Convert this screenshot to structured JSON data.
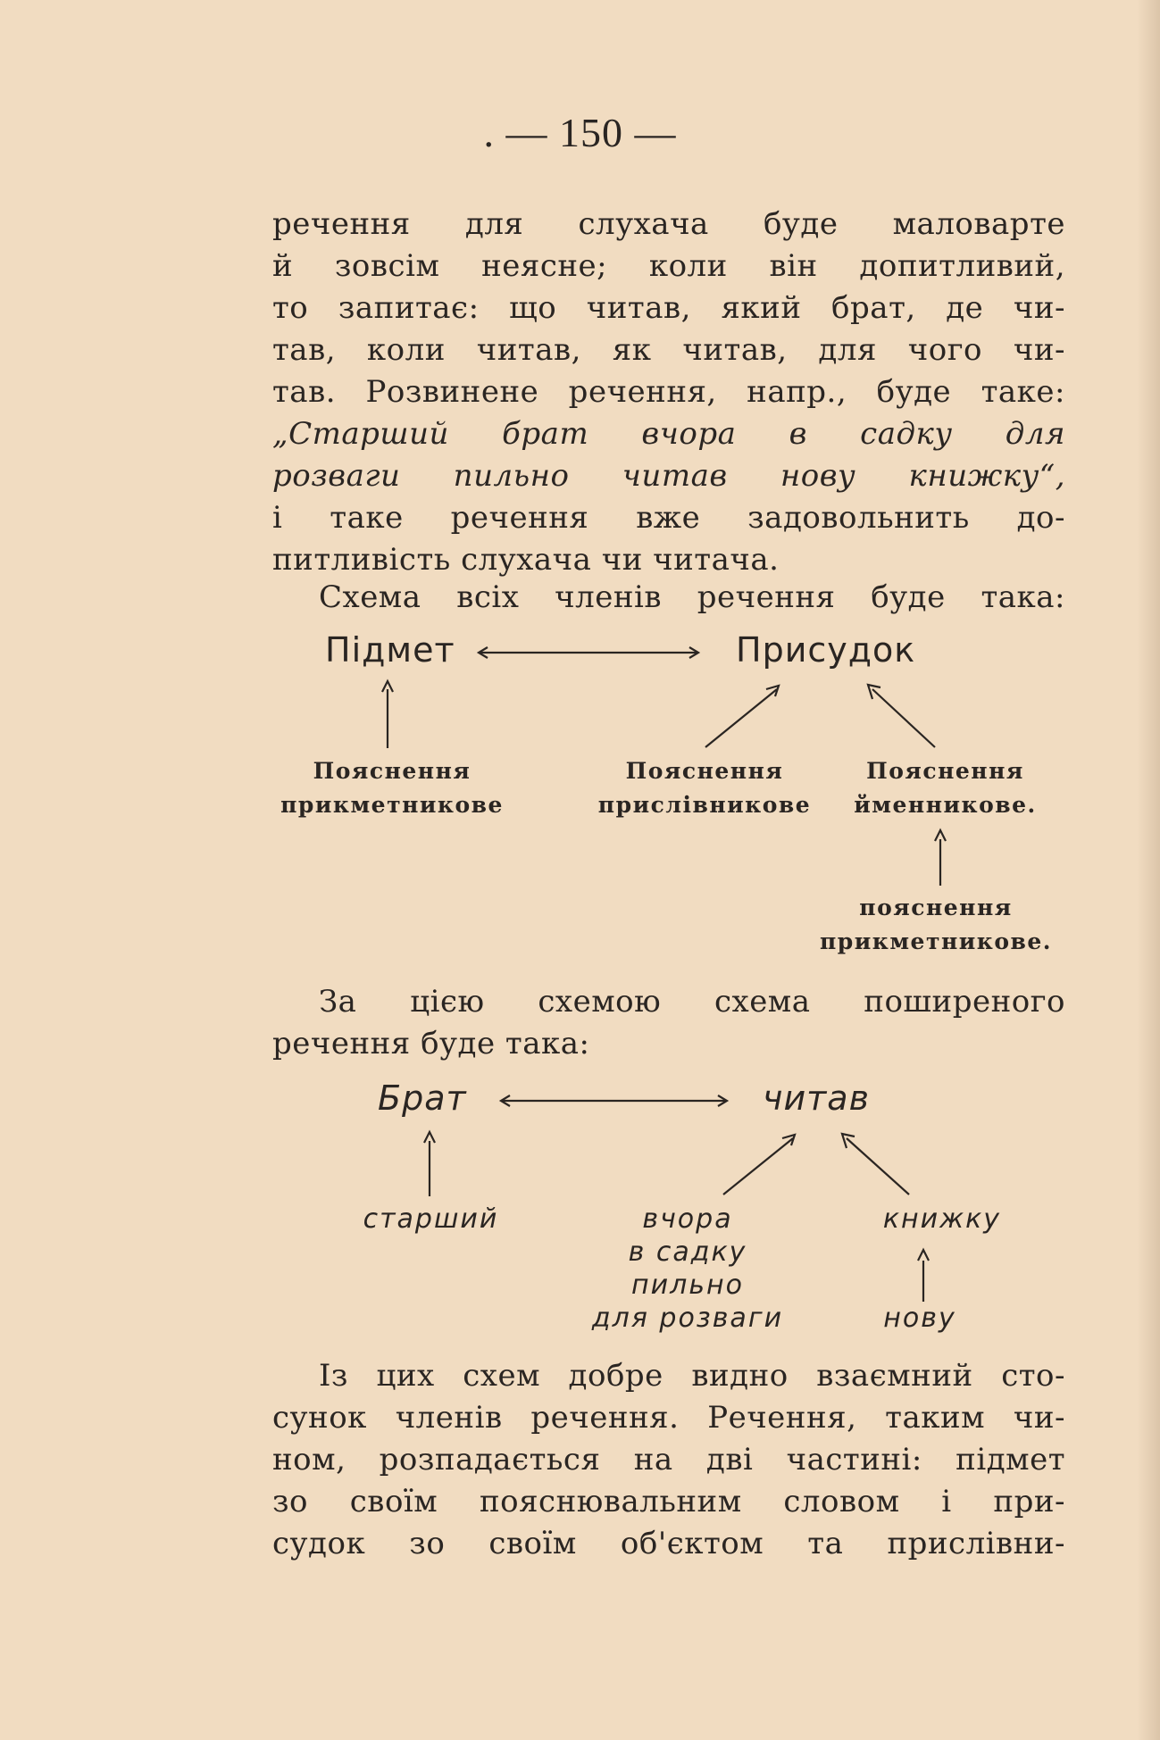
{
  "page_number": ". — 150 —",
  "paragraph1": {
    "lines": [
      "речення для слухача буде маловарте",
      "й зовсім неясне; коли він допитливий,",
      "то запитає: що читав, який брат, де чи-",
      "тав, коли читав, як читав, для чого чи-",
      "тав. Розвинене речення, напр., буде таке:",
      "„Старший брат вчора в садку для",
      "розваги пильно читав нову книжку“,",
      "і таке речення вже задовольнить до-",
      "питливість слухача чи читача."
    ]
  },
  "paragraph2": {
    "lines": [
      "Схема всіх членів речення буде така:"
    ]
  },
  "diagram1": {
    "subject": "Підмет",
    "predicate": "Присудок",
    "left_label": [
      "Пояснення",
      "прикметникове"
    ],
    "middle_label": [
      "Пояснення",
      "прислівникове"
    ],
    "right_label": [
      "Пояснення",
      "йменникове."
    ],
    "bottom_label": [
      "пояснення",
      "прикметникове."
    ]
  },
  "paragraph3": {
    "lines": [
      "За цією схемою схема поширеного",
      "речення буде така:"
    ]
  },
  "diagram2": {
    "subject": "Брат",
    "predicate": "читав",
    "left_label": "старший",
    "middle_label": [
      "вчора",
      "в садку",
      "пильно",
      "для розваги"
    ],
    "right_label": "книжку",
    "bottom_label": "нову"
  },
  "paragraph4": {
    "lines": [
      "Із цих схем добре видно взаємний сто-",
      "сунок членів речення. Речення, таким чи-",
      "ном, розпадається на дві частині: підмет",
      "зо своїм пояснювальним словом і при-",
      "судок зо своїм об'єктом та прислівни-"
    ]
  }
}
